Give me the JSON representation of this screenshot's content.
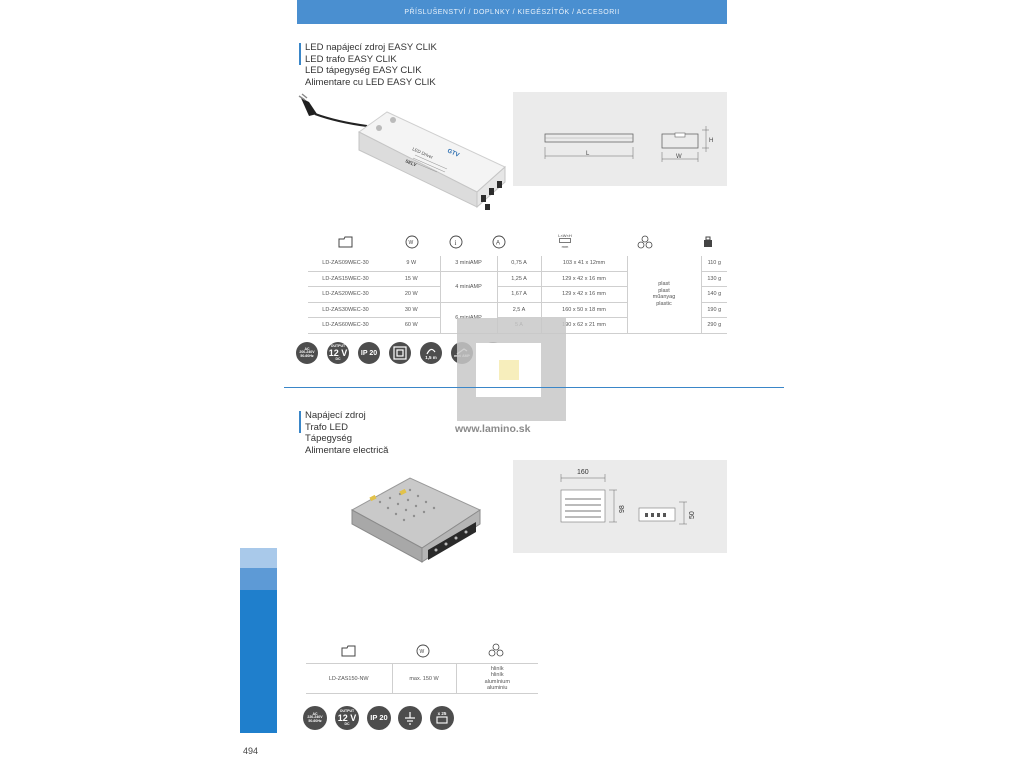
{
  "header": {
    "breadcrumb": "PŘÍSLUŠENSTVÍ / DOPLNKY / KIEGÉSZÍTŐK / ACCESORII"
  },
  "section1": {
    "titles": [
      "LED napájecí zdroj EASY CLIK",
      "LED trafo EASY CLIK",
      "LED tápegység EASY CLIK",
      "Alimentare cu LED EASY CLIK"
    ],
    "product_label": "LED Driver",
    "product_brand": "GTV",
    "product_mark": "SELV",
    "drawing": {
      "length_label": "L",
      "width_label": "W",
      "height_label": "H"
    },
    "dims_header_label": "L×W×H",
    "dims_header_unit": "mm",
    "table": {
      "rows": [
        {
          "code": "LD-ZAS09WEC-30",
          "power": "9 W",
          "current": "0,75 A",
          "dims": "103 x 41 x 12mm",
          "weight": "110 g"
        },
        {
          "code": "LD-ZAS15WEC-30",
          "power": "15 W",
          "current": "1,25 A",
          "dims": "129 x 42 x 16 mm",
          "weight": "130 g"
        },
        {
          "code": "LD-ZAS20WEC-30",
          "power": "20 W",
          "current": "1,67 A",
          "dims": "129 x 42 x 16 mm",
          "weight": "140 g"
        },
        {
          "code": "LD-ZAS30WEC-30",
          "power": "30 W",
          "current": "2,5 A",
          "dims": "160 x 50 x 18 mm",
          "weight": "190 g"
        },
        {
          "code": "LD-ZAS60WEC-30",
          "power": "60 W",
          "current": "5 A",
          "dims": "190 x 62 x 21 mm",
          "weight": "290 g"
        }
      ],
      "output_groups": [
        "3 miniAMP",
        "4 miniAMP",
        "6 miniAMP"
      ],
      "material": [
        "plast",
        "plast",
        "műanyag",
        "plastic"
      ]
    },
    "badges": {
      "ac_top": "AC",
      "ac_range": "200-240V",
      "ac_freq": "50-60Hz",
      "out_top": "OUTPUT",
      "out_volt": "12 V",
      "out_dc": "DC",
      "ip": "IP 20",
      "cable": "1,5 m",
      "amp": "mini AMP",
      "pack": "x 50"
    }
  },
  "watermark": "www.lamino.sk",
  "section2": {
    "titles": [
      "Napájecí zdroj",
      "Trafo LED",
      "Tápegység",
      "Alimentare electrică"
    ],
    "drawing": {
      "length": "160",
      "height1": "98",
      "height2": "50"
    },
    "table": {
      "code": "LD-ZAS150-NW",
      "power": "max. 150 W",
      "material": [
        "hliník",
        "hliník",
        "alumínium",
        "aluminiu"
      ]
    },
    "badges": {
      "ac_top": "AC",
      "ac_range": "220-240V",
      "ac_freq": "50-60Hz",
      "out_top": "OUTPUT",
      "out_volt": "12 V",
      "out_dc": "DC",
      "ip": "IP 20",
      "pack": "x 25"
    }
  },
  "footer": {
    "page_number": "494"
  },
  "colors": {
    "accent": "#4a8fd0",
    "divider": "#3a86c8",
    "badge": "#4d4d4d",
    "side_light": "#a9c9ea",
    "side_mid": "#5d9ad6",
    "side_dark": "#1f7fcc"
  }
}
